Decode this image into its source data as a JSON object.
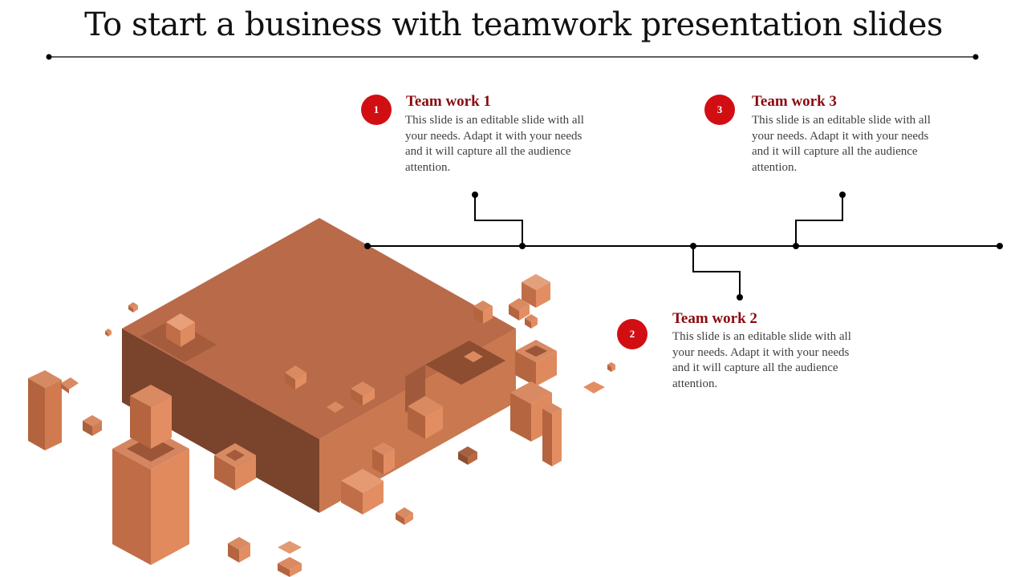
{
  "title": "To start a business with teamwork presentation slides",
  "items": [
    {
      "number": "1",
      "title": "Team work 1",
      "text": "This slide is an editable slide with all your needs. Adapt it with your needs and it will capture all the audience attention."
    },
    {
      "number": "2",
      "title": "Team work 2",
      "text": "This slide is an editable slide with all your needs. Adapt it with your needs and it will capture all the audience attention."
    },
    {
      "number": "3",
      "title": "Team work 3",
      "text": "This slide is an editable slide with all your needs. Adapt it with your needs and it will capture all the audience attention."
    }
  ],
  "colors": {
    "accent": "#d10f13",
    "heading": "#8a0a0f",
    "block": "#c0704a"
  }
}
